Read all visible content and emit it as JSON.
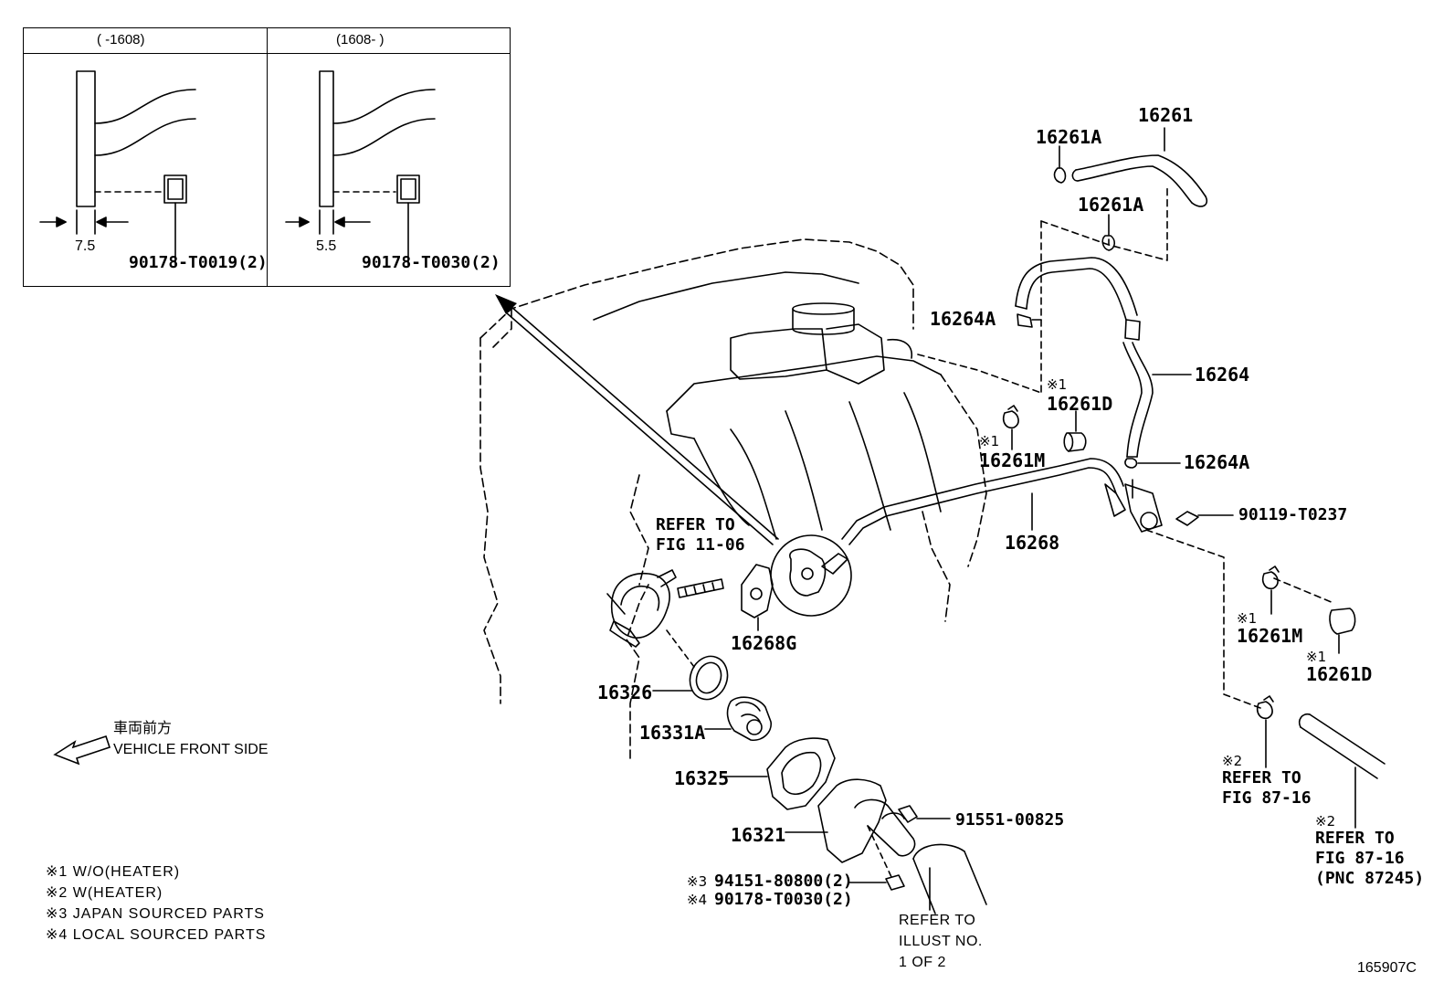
{
  "inset": {
    "left_header": "(      -1608)",
    "right_header": "(1608-      )",
    "left_dim": "7.5",
    "right_dim": "5.5",
    "left_part": "90178-T0019(2)",
    "right_part": "90178-T0030(2)"
  },
  "labels": {
    "p16261": "16261",
    "p16261A_top": "16261A",
    "p16261A_mid": "16261A",
    "p16264A_top": "16264A",
    "p16264": "16264",
    "p16261D_top": "16261D",
    "p16261M_top": "16261M",
    "p16264A_bot": "16264A",
    "p90119": "90119-T0237",
    "p16268": "16268",
    "refer_11_06_line1": "REFER TO",
    "refer_11_06_line2": "FIG 11-06",
    "p16268G": "16268G",
    "p16326": "16326",
    "p16331A": "16331A",
    "p16325": "16325",
    "p16321": "16321",
    "p91551": "91551-00825",
    "p94151": "94151-80800(2)",
    "p90178": "90178-T0030(2)",
    "p16261M_bot": "16261M",
    "p16261D_bot": "16261D",
    "refer_87_16a_line1": "REFER TO",
    "refer_87_16a_line2": "FIG 87-16",
    "refer_87_16b_line1": "REFER TO",
    "refer_87_16b_line2": "FIG 87-16",
    "refer_87_16b_line3": "(PNC 87245)",
    "refer_illust_line1": "REFER TO",
    "refer_illust_line2": "ILLUST NO.",
    "refer_illust_line3": "1 OF 2",
    "figure_no": "165907C"
  },
  "marks": {
    "m1_a": "※1",
    "m1_b": "※1",
    "m1_c": "※1",
    "m1_d": "※1",
    "m2_a": "※2",
    "m2_b": "※2",
    "m3": "※3",
    "m4": "※4"
  },
  "front": {
    "jp": "車両前方",
    "en": "VEHICLE FRONT SIDE"
  },
  "notes": [
    "※1 W/O(HEATER)",
    "※2 W(HEATER)",
    "※3 JAPAN SOURCED PARTS",
    "※4 LOCAL SOURCED PARTS"
  ]
}
